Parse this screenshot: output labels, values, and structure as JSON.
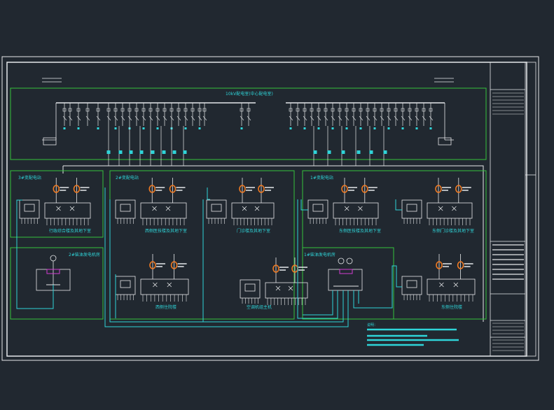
{
  "colors": {
    "background": "#212830",
    "frame": "#e6e8ea",
    "region": "#35c23d",
    "wire": "#2fd4d8",
    "breaker": "#f07a22",
    "magenta": "#d23bd2",
    "label": "#2fd4d8",
    "yellowLabel": "#e8d24a"
  },
  "diagram": {
    "main_room_title": "10kV配电室(中心配电室)",
    "rooms": {
      "room3": "3#变配电站",
      "room2": "2#变配电站",
      "room1": "1#变配电站",
      "gen2": "2#柴油发电机房",
      "gen1": "1#柴油发电机房"
    },
    "panels": {
      "p1": "行政综合楼及其地下室",
      "p2": "西侧医技楼及其地下室",
      "p3": "门诊楼及其地下室",
      "p4": "东侧医技楼及其地下室",
      "p5": "东侧门诊楼及其地下室",
      "p6": "西侧住院楼",
      "p7": "空调机组主机",
      "p8": "东侧住院楼"
    },
    "legend": "说明："
  }
}
